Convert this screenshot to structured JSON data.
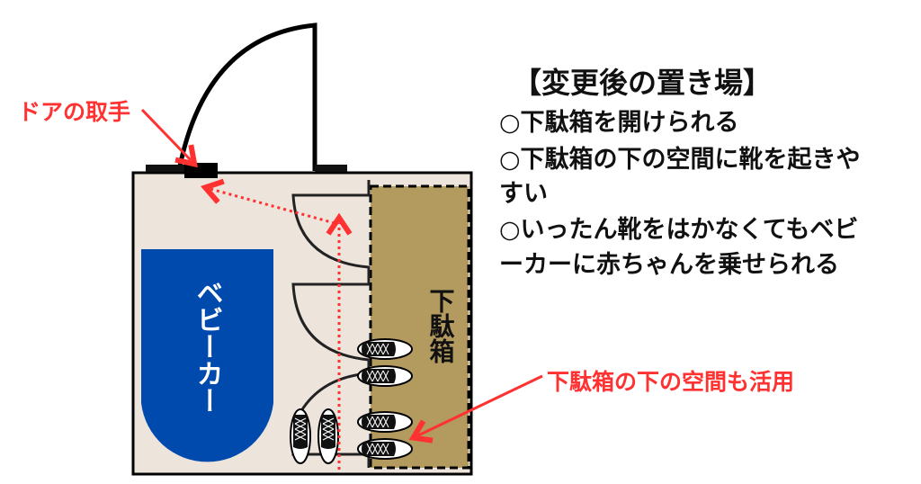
{
  "diagram": {
    "door_handle_label": "ドアの取手",
    "stroller_label": "ベビーカー",
    "shoe_cabinet_label": "下駄箱",
    "under_space_label": "下駄箱の下の空間も活用"
  },
  "notes": {
    "title": "【変更後の置き場】",
    "lines": [
      "○下駄箱を開けられる",
      "○下駄箱の下の空間に靴を起きや",
      "すい",
      "○いったん靴をはかなくてもベビ",
      "ーカーに赤ちゃんを乗せられる"
    ]
  },
  "colors": {
    "accent_red": "#ff3131",
    "stroller_blue": "#004aad",
    "cabinet": "#b39a5e",
    "floor": "#ede4dc"
  }
}
